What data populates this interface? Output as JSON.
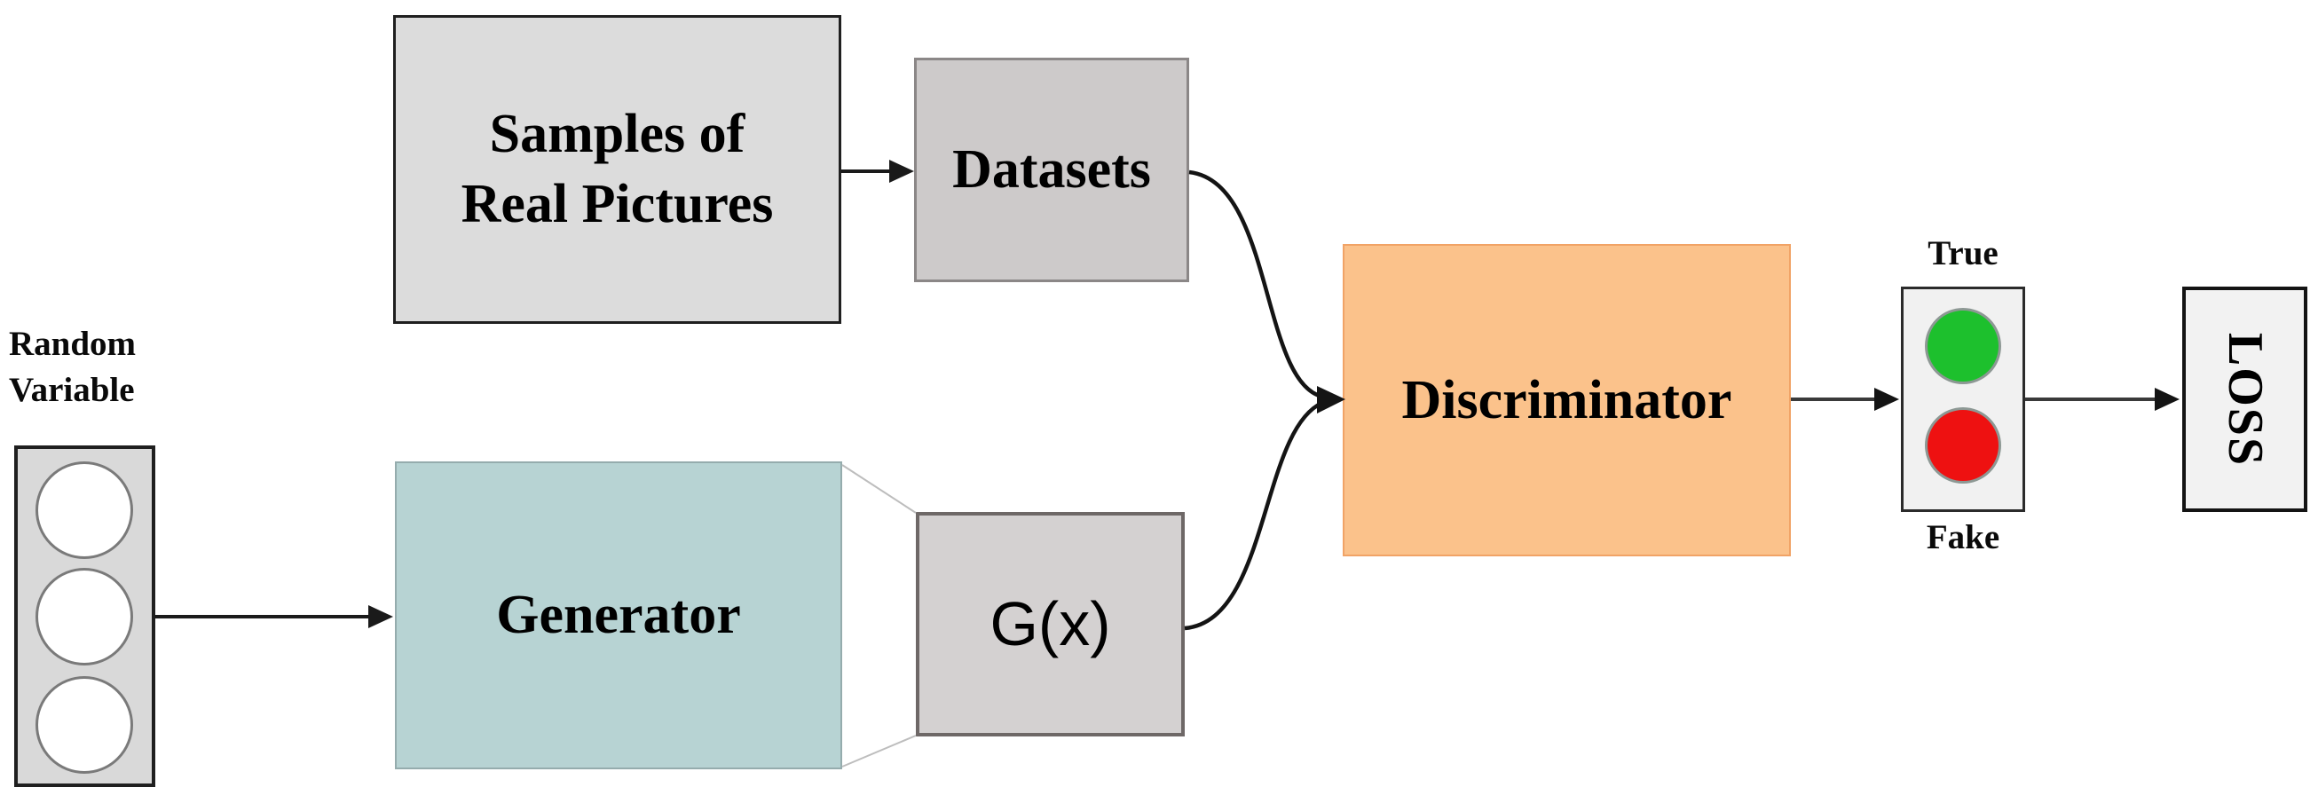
{
  "diagram": {
    "samples": {
      "label_line1": "Samples of",
      "label_line2": "Real Pictures",
      "fill": "#dcdcdc"
    },
    "datasets": {
      "label": "Datasets",
      "fill": "#cdcaca"
    },
    "random_variable": {
      "label_line1": "Random",
      "label_line2": "Variable",
      "fill": "#d9d9d9",
      "node_count": 3,
      "node_color": "#ffffff"
    },
    "generator": {
      "label": "Generator",
      "fill": "#b7d3d3"
    },
    "gx": {
      "label": "G(x)",
      "fill": "#d4d1d1"
    },
    "discriminator": {
      "label": "Discriminator",
      "fill": "#fbc28b"
    },
    "indicator": {
      "true_label": "True",
      "fake_label": "Fake",
      "true_color": "#1dc02d",
      "fake_color": "#ee1111",
      "fill": "#f1f1f1"
    },
    "loss": {
      "label": "LOSS",
      "fill": "#f2f2f2"
    }
  }
}
